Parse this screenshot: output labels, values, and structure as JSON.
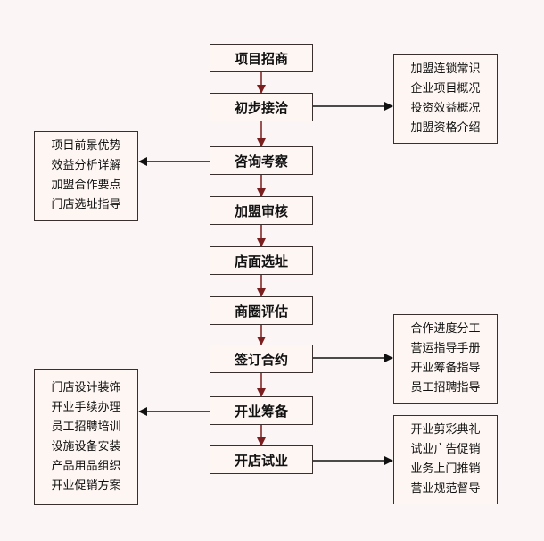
{
  "steps": [
    "项目招商",
    "初步接洽",
    "咨询考察",
    "加盟审核",
    "店面选址",
    "商圈评估",
    "签订合约",
    "开业筹备",
    "开店试业"
  ],
  "info_boxes": {
    "right_top": [
      "加盟连锁常识",
      "企业项目概况",
      "投资效益概况",
      "加盟资格介绍"
    ],
    "left_top": [
      "项目前景优势",
      "效益分析详解",
      "加盟合作要点",
      "门店选址指导"
    ],
    "right_mid": [
      "合作进度分工",
      "营运指导手册",
      "开业筹备指导",
      "员工招聘指导"
    ],
    "left_bottom": [
      "门店设计装饰",
      "开业手续办理",
      "员工招聘培训",
      "设施设备安装",
      "产品用品组织",
      "开业促销方案"
    ],
    "right_bottom": [
      "开业剪彩典礼",
      "试业广告促销",
      "业务上门推销",
      "营业规范督导"
    ]
  },
  "colors": {
    "vertical_arrow": "#7a1f1f",
    "side_arrow": "#111111",
    "border": "#3a2f2f",
    "background": "#fbf5f5"
  }
}
